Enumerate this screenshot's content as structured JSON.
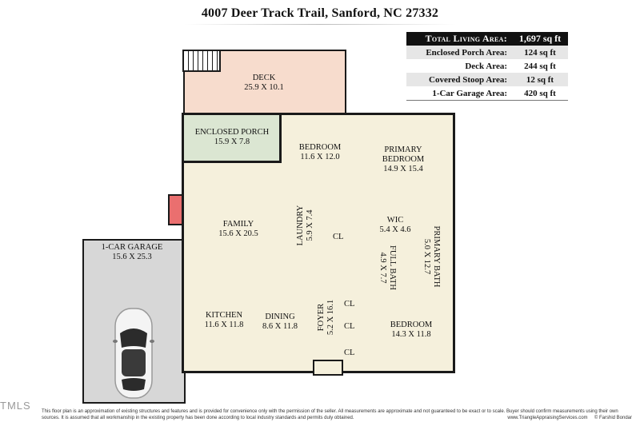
{
  "title": "4007 Deer Track Trail, Sanford, NC 27332",
  "areas": [
    {
      "label": "Total Living Area:",
      "value": "1,697 sq ft"
    },
    {
      "label": "Enclosed Porch Area:",
      "value": "124 sq ft"
    },
    {
      "label": "Deck Area:",
      "value": "244 sq ft"
    },
    {
      "label": "Covered Stoop Area:",
      "value": "12 sq ft"
    },
    {
      "label": "1-Car Garage Area:",
      "value": "420 sq ft"
    }
  ],
  "rooms": {
    "deck": {
      "name": "DECK",
      "dim": "25.9 X 10.1"
    },
    "enclosed_porch": {
      "name": "ENCLOSED PORCH",
      "dim": "15.9 X 7.8"
    },
    "bedroom_1": {
      "name": "BEDROOM",
      "dim": "11.6 X 12.0"
    },
    "primary_bedroom": {
      "name_1": "PRIMARY",
      "name_2": "BEDROOM",
      "dim": "14.9 X 15.4"
    },
    "family": {
      "name": "FAMILY",
      "dim": "15.6 X 20.5"
    },
    "laundry": {
      "name": "LAUNDRY",
      "dim": "5.9 X 7.4"
    },
    "wic": {
      "name": "WIC",
      "dim": "5.4 X 4.6"
    },
    "primary_bath": {
      "name": "PRIMARY BATH",
      "dim": "5.0 X 12.7"
    },
    "full_bath": {
      "name": "FULL BATH",
      "dim": "4.9 X 7.7"
    },
    "garage": {
      "name": "1-CAR GARAGE",
      "dim": "15.6 X 25.3"
    },
    "kitchen": {
      "name": "KITCHEN",
      "dim": "11.6 X 11.8"
    },
    "dining": {
      "name": "DINING",
      "dim": "8.6 X 11.8"
    },
    "foyer": {
      "name": "FOYER",
      "dim": "5.2 X 16.1"
    },
    "bedroom_2": {
      "name": "BEDROOM",
      "dim": "14.3 X 11.8"
    }
  },
  "closet_label": "CL",
  "watermark": "TMLS",
  "disclaimer": "This floor plan is an approximation of existing structures and features and is provided for convenience only with the permission of the seller.  All measurements are approximate and not guaranteed to be exact or to scale.  Buyer should confirm measurements using their own sources.  It is assumed that all workmanship in the existing property has been done according to local industry standards and permits duly obtained.",
  "footer_site": "www.TriangleAppraisingServices.com",
  "footer_copyright": "© Farshid Bondar"
}
